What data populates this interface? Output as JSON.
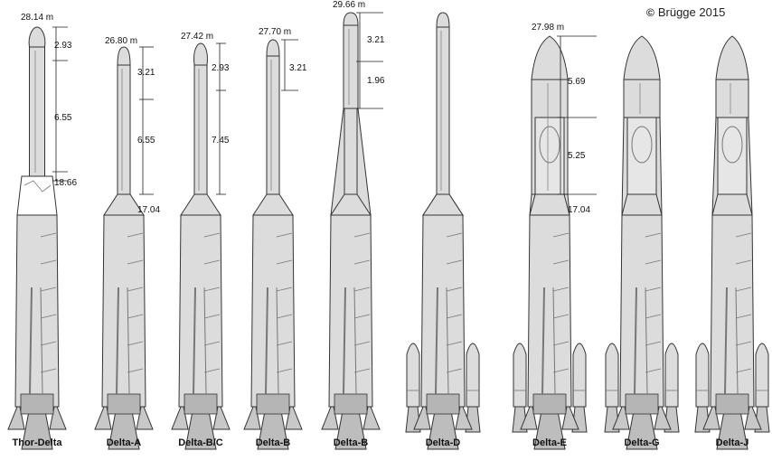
{
  "copyright": {
    "symbol": "©",
    "text": "Brügge 2015"
  },
  "colors": {
    "body": "#dcdcdc",
    "outline": "#333333",
    "detail": "#777777"
  },
  "rockets": [
    {
      "name": "Thor-Delta",
      "height_label": "28.14 m",
      "dims": [
        "2.93",
        "6.55",
        "18.66"
      ],
      "nose": "tapered",
      "boosters": false
    },
    {
      "name": "Delta-A",
      "height_label": "26.80 m",
      "dims": [
        "3.21",
        "6.55",
        "17.04"
      ],
      "nose": "bullet",
      "boosters": false
    },
    {
      "name": "Delta-B/C",
      "height_label": "27.42 m",
      "dims": [
        "2.93",
        "7.45"
      ],
      "nose": "tapered",
      "boosters": false
    },
    {
      "name": "Delta-B",
      "height_label": "27.70 m",
      "dims": [
        "3.21"
      ],
      "nose": "bullet",
      "boosters": false
    },
    {
      "name": "Delta-B",
      "height_label": "29.66 m",
      "dims": [
        "3.21",
        "1.96"
      ],
      "nose": "bullet",
      "boosters": false
    },
    {
      "name": "Delta-D",
      "height_label": "",
      "dims": [],
      "nose": "bullet",
      "boosters": true
    },
    {
      "name": "Delta-E",
      "height_label": "27.98 m",
      "dims": [
        "5.69",
        "5.25",
        "17.04"
      ],
      "nose": "fairing",
      "boosters": true
    },
    {
      "name": "Delta-G",
      "height_label": "",
      "dims": [],
      "nose": "fairing",
      "boosters": true
    },
    {
      "name": "Delta-J",
      "height_label": "",
      "dims": [],
      "nose": "fairing",
      "boosters": true
    }
  ]
}
